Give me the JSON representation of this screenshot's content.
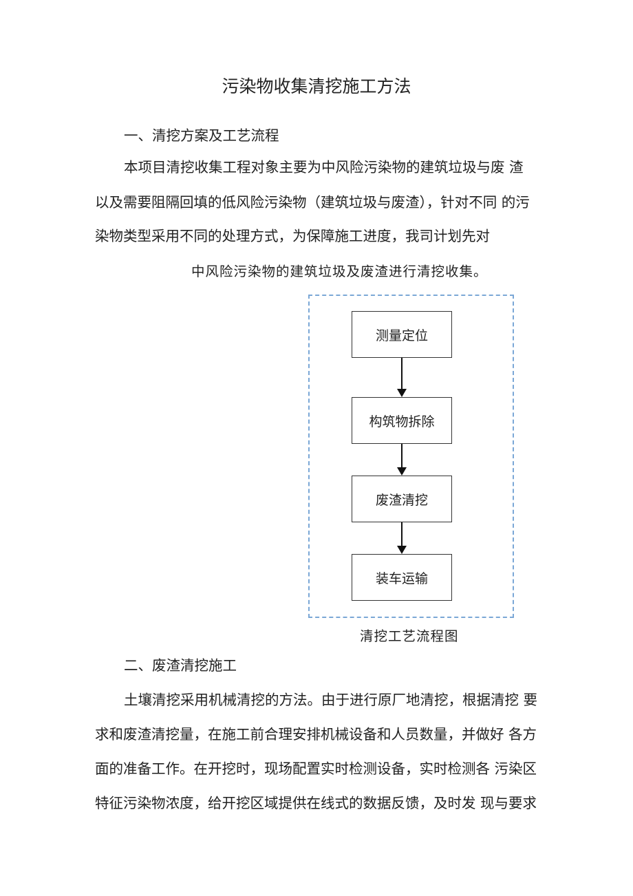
{
  "title": "污染物收集清挖施工方法",
  "section1": {
    "heading": "一、清挖方案及工艺流程",
    "lines": [
      "本项目清挖收集工程对象主要为中风险污染物的建筑垃圾与废 渣",
      "以及需要阻隔回填的低风险污染物（建筑垃圾与废渣），针对不同 的污",
      "染物类型采用不同的处理方式，为保障施工进度，我司计划先对",
      "中风险污染物的建筑垃圾及废渣进行清挖收集。"
    ]
  },
  "flowchart": {
    "steps": [
      "测量定位",
      "构筑物拆除",
      "废渣清挖",
      "装车运输"
    ],
    "caption": "清挖工艺流程图"
  },
  "section2": {
    "heading": "二、废渣清挖施工",
    "lines": [
      "土壤清挖采用机械清挖的方法。由于进行原厂地清挖，根据清挖 要",
      "求和废渣清挖量，在施工前合理安排机械设备和人员数量，并做好 各方",
      "面的准备工作。在开挖时，现场配置实时检测设备，实时检测各 污染区",
      "特征污染物浓度，给开挖区域提供在线式的数据反馈，及时发 现与要求"
    ]
  }
}
